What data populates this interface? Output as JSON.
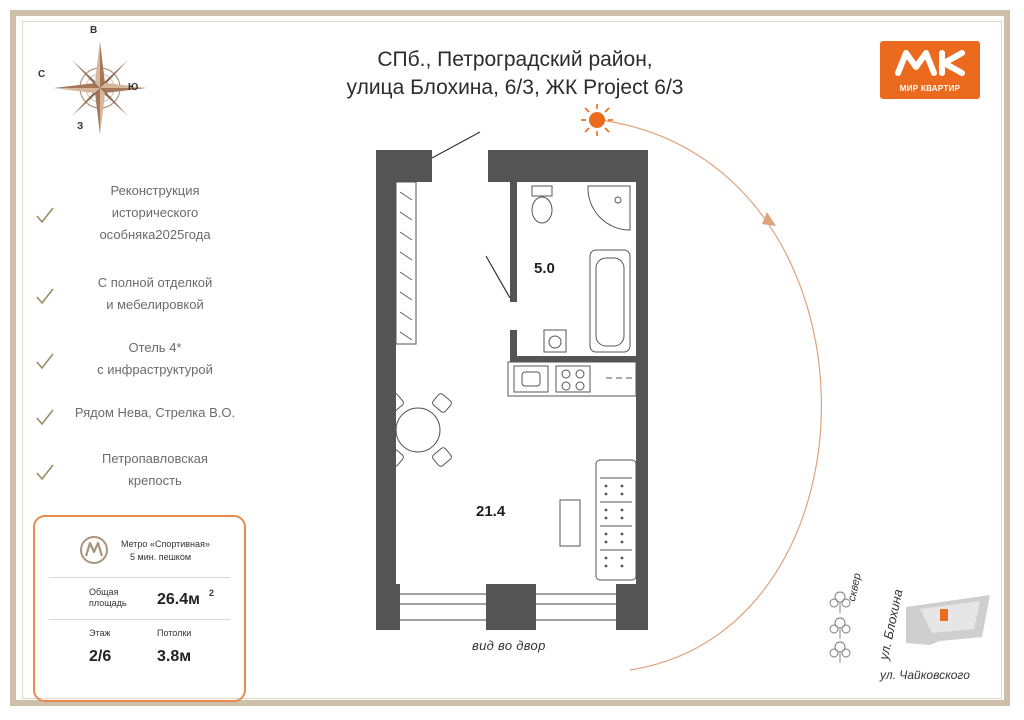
{
  "compass": {
    "north": "В",
    "west": "С",
    "east": "Ю",
    "south": "З"
  },
  "title": {
    "line1": "СПб., Петроградский район,",
    "line2": "улица Блохина, 6/3, ЖК Project 6/3"
  },
  "logo": {
    "caption": "МИР КВАРТИР",
    "accent_color": "#ec6a1e"
  },
  "features": [
    {
      "lines": [
        "Реконструкция",
        "исторического",
        "особняка2025года"
      ]
    },
    {
      "lines": [
        "С полной  отделкой",
        "и мебелировкой"
      ]
    },
    {
      "lines": [
        "Отель 4*",
        "с инфраструктурой"
      ]
    },
    {
      "lines": [
        "Рядом Нева, Стрелка В.О."
      ]
    },
    {
      "lines": [
        "Петропавловская",
        "крепость"
      ]
    }
  ],
  "metro": {
    "name": "Метро «Спортивная»",
    "walk": "5 мин. пешком"
  },
  "specs": {
    "total_area_label_1": "Общая",
    "total_area_label_2": "площадь",
    "total_area_value": "26.4м",
    "total_area_unit": "2",
    "floor_label": "Этаж",
    "floor_value": "2/6",
    "ceiling_label": "Потолки",
    "ceiling_value": "3.8м"
  },
  "plan": {
    "bathroom_area": "5.0",
    "room_area": "21.4",
    "view_label": "вид во двор"
  },
  "map": {
    "square_label": "сквер",
    "street_vertical": "ул. Блохина",
    "street_horizontal": "ул. Чайковского"
  }
}
